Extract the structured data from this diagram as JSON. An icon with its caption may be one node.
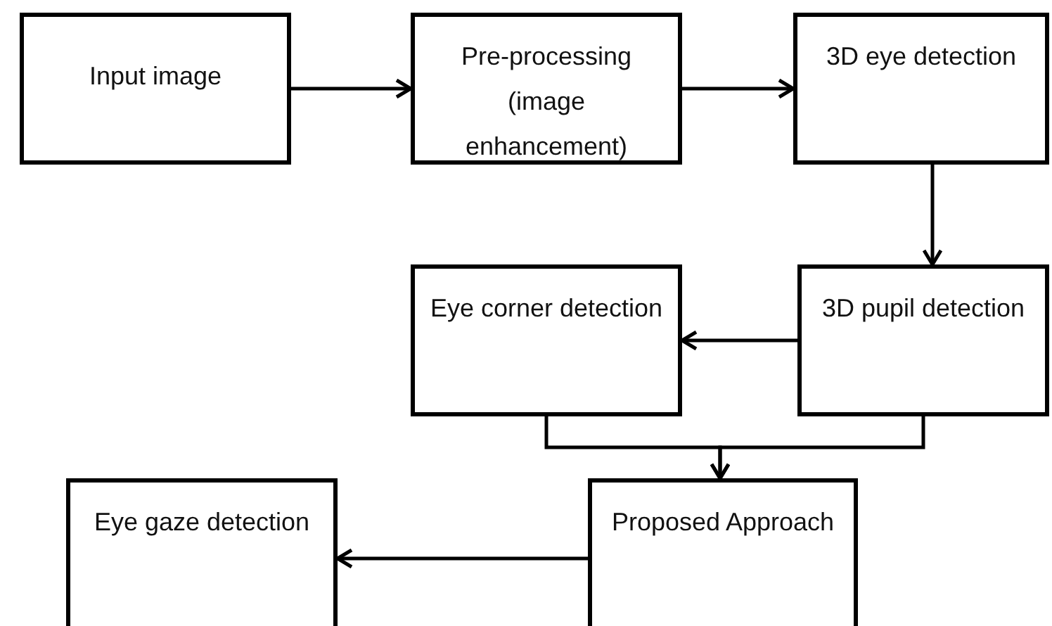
{
  "diagram": {
    "nodes": [
      {
        "text": [
          "Input image"
        ]
      },
      {
        "text": [
          "Pre-processing (image enhancement)"
        ]
      },
      {
        "text": [
          "3D eye detection"
        ]
      },
      {
        "text": [
          "Eye corner detection"
        ]
      },
      {
        "text": [
          "3D pupil detection"
        ]
      },
      {
        "text": [
          "Eye gaze detection"
        ]
      },
      {
        "text": [
          "Proposed Approach"
        ]
      }
    ],
    "edges": [
      {
        "from": 0,
        "to": 1,
        "arrow": "to"
      },
      {
        "from": 1,
        "to": 2,
        "arrow": "to"
      },
      {
        "from": 2,
        "to": 4,
        "arrow": "to"
      },
      {
        "from": 4,
        "to": 3,
        "arrow": "to"
      },
      {
        "from": 3,
        "to": 6,
        "arrow": "to"
      },
      {
        "from": 4,
        "to": 6,
        "arrow": "to"
      },
      {
        "from": 6,
        "to": 5,
        "arrow": "to"
      }
    ]
  }
}
